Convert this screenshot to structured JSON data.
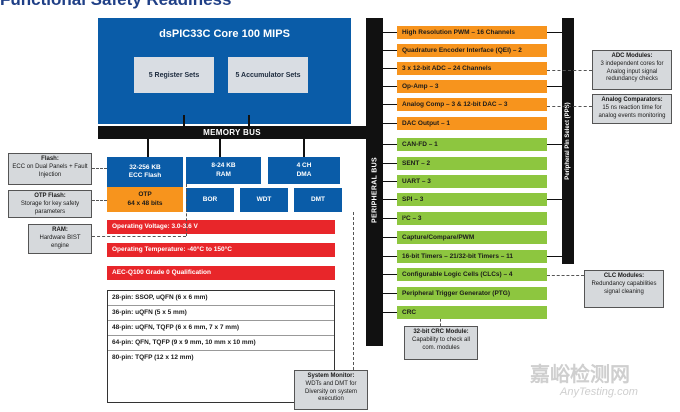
{
  "title": "Functional Safety Readiness",
  "core": {
    "title": "dsPIC33C Core 100 MIPS",
    "register_sets": "5 Register Sets",
    "accumulator_sets": "5 Accumulator Sets"
  },
  "memory_bus": "MEMORY BUS",
  "peripheral_bus": "PERIPHERAL BUS",
  "pps": "Peripheral Pin Select (PPS)",
  "flash": {
    "line1": "32-256 KB",
    "line2": "ECC Flash"
  },
  "ram": {
    "line1": "8-24 KB",
    "line2": "RAM"
  },
  "dma": {
    "line1": "4 CH",
    "line2": "DMA"
  },
  "otp": {
    "line1": "OTP",
    "line2": "64 x 48 bits"
  },
  "bor": "BOR",
  "wdt": "WDT",
  "dmt": "DMT",
  "red_bars": [
    "Operating Voltage: 3.0-3.6 V",
    "Operating Temperature: -40°C to 150°C",
    "AEC-Q100 Grade 0 Qualification"
  ],
  "packages": [
    "28-pin: SSOP, uQFN (6 x 6 mm)",
    "36-pin: uQFN (5 x 5 mm)",
    "48-pin: uQFN, TQFP (6 x 6 mm, 7 x 7 mm)",
    "64-pin: QFN, TQFP (9 x 9 mm, 10 mm x 10 mm)",
    "80-pin: TQFP (12 x 12 mm)"
  ],
  "orange_features": [
    "High Resolution PWM – 16 Channels",
    "Quadrature Encoder Interface (QEI) – 2",
    "3 x 12-bit ADC – 24 Channels",
    "Op-Amp – 3",
    "Analog Comp – 3 & 12-bit DAC – 3",
    "DAC Output – 1"
  ],
  "green_features": [
    "CAN-FD – 1",
    "SENT – 2",
    "UART – 3",
    "SPI – 3",
    "I²C – 3",
    "Capture/Compare/PWM",
    "16-bit Timers – 21/32-bit Timers – 11",
    "Configurable Logic Cells (CLCs) – 4",
    "Peripheral Trigger Generator (PTG)",
    "CRC"
  ],
  "notes": {
    "flash": {
      "title": "Flash:",
      "body": "ECC on Dual Panels + Fault Injection"
    },
    "otp": {
      "title": "OTP Flash:",
      "body": "Storage for key safety parameters"
    },
    "ram": {
      "title": "RAM:",
      "body": "Hardware BIST engine"
    },
    "adc": {
      "title": "ADC Modules:",
      "body": "3 independent cores for Analog input signal redundancy checks"
    },
    "comparators": {
      "title": "Analog Comparators:",
      "body": "15 ns reaction time for analog events monitoring"
    },
    "clc": {
      "title": "CLC Modules:",
      "body": "Redundancy capabilities signal cleaning"
    },
    "crc": {
      "title": "32-bit CRC Module:",
      "body": "Capability to check all com. modules"
    },
    "monitor": {
      "title": "System Monitor:",
      "body": "WDTs and DMT for Diversity on system execution"
    }
  },
  "watermark": {
    "cn": "嘉峪检测网",
    "en": "AnyTesting.com"
  },
  "colors": {
    "core_blue": "#0a5ca8",
    "orange": "#f7941d",
    "green": "#8dc63f",
    "red": "#e8262a"
  }
}
